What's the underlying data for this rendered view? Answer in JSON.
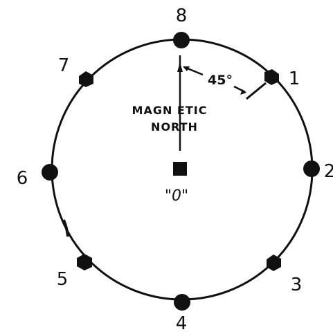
{
  "diagram": {
    "center_label": "\"0\"",
    "arrow_label_line1": "MAGN ETIC",
    "arrow_label_line2": "NORTH",
    "angle_label": "45°",
    "stations": [
      {
        "id": "1",
        "shape": "hexagon"
      },
      {
        "id": "2",
        "shape": "circle"
      },
      {
        "id": "3",
        "shape": "hexagon"
      },
      {
        "id": "4",
        "shape": "circle"
      },
      {
        "id": "5",
        "shape": "hexagon"
      },
      {
        "id": "6",
        "shape": "circle"
      },
      {
        "id": "7",
        "shape": "hexagon"
      },
      {
        "id": "8",
        "shape": "circle"
      }
    ],
    "colors": {
      "ink": "#111111",
      "background": "#ffffff"
    }
  }
}
